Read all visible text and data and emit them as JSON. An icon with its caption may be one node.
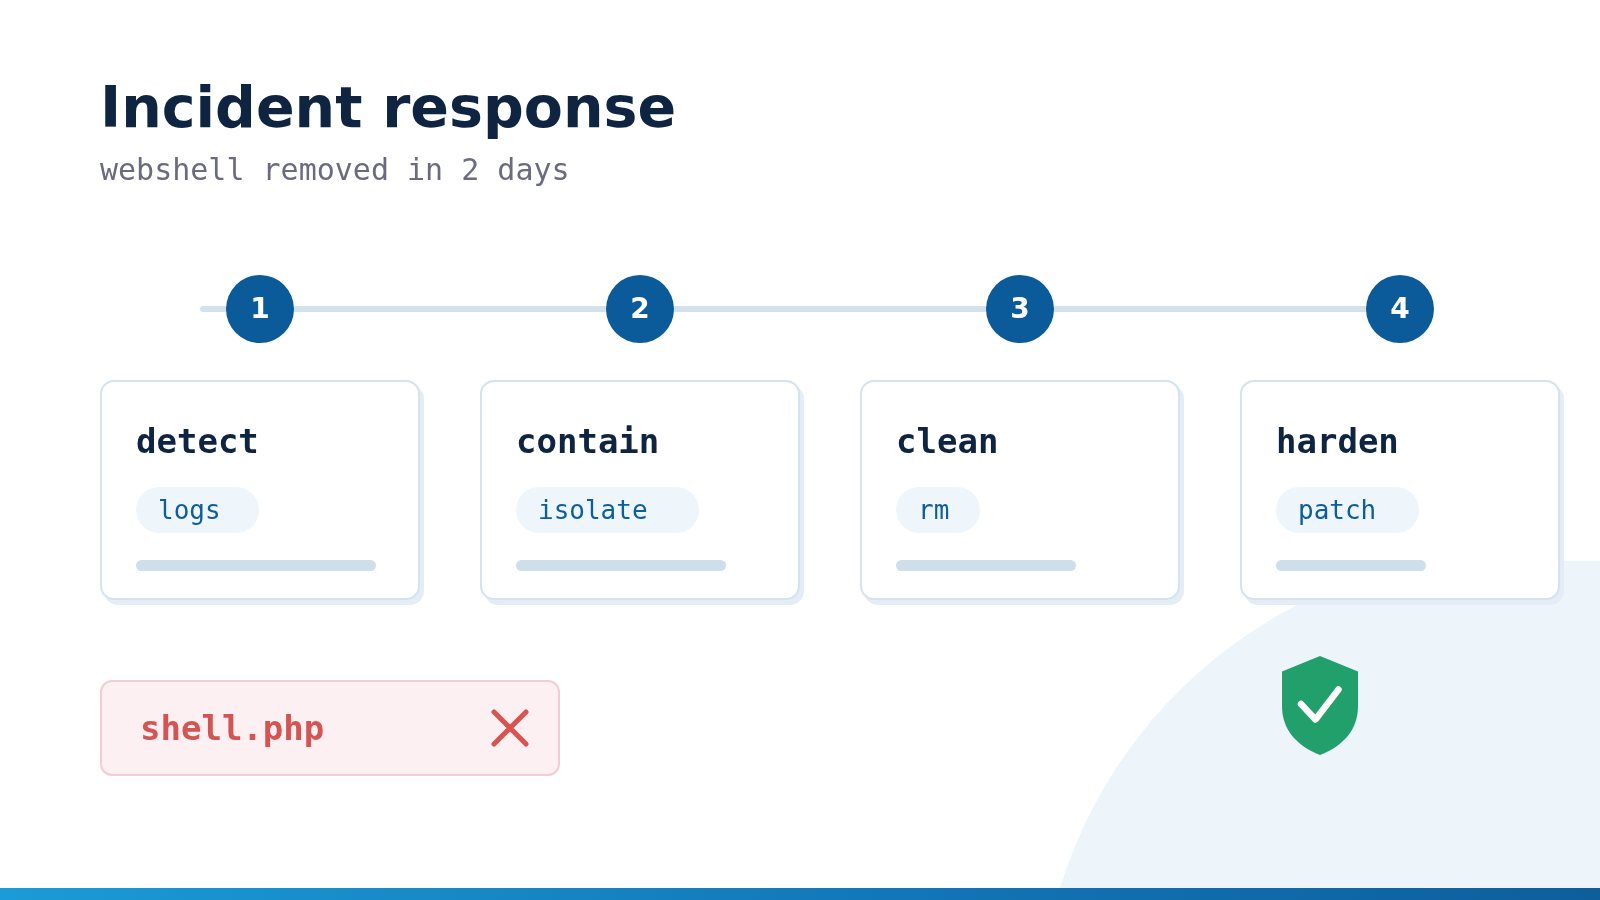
{
  "diagram": {
    "title": "Incident response",
    "nodes": [
      {
        "text": [
          "1"
        ]
      },
      {
        "text": [
          "2"
        ]
      },
      {
        "text": [
          "3"
        ]
      },
      {
        "text": [
          "4"
        ]
      },
      {
        "text": [
          "detect"
        ]
      },
      {
        "text": [
          "logs"
        ],
        "in": 4
      },
      {
        "text": [
          "contain"
        ]
      },
      {
        "text": [
          "isolate"
        ],
        "in": 6
      },
      {
        "text": [
          "clean"
        ]
      },
      {
        "text": [
          "rm"
        ],
        "in": 8
      },
      {
        "text": [
          "harden"
        ]
      },
      {
        "text": [
          "patch"
        ],
        "in": 10
      },
      {
        "text": [
          "shell.php"
        ]
      }
    ],
    "edges": [
      {
        "from": null,
        "to": 0,
        "arrow": "none"
      },
      {
        "from": 0,
        "to": 1,
        "arrow": "none"
      },
      {
        "from": 1,
        "to": 2,
        "arrow": "none"
      },
      {
        "from": 2,
        "to": 3,
        "arrow": "none"
      }
    ],
    "labels": [
      "webshell removed in 2 days"
    ]
  }
}
